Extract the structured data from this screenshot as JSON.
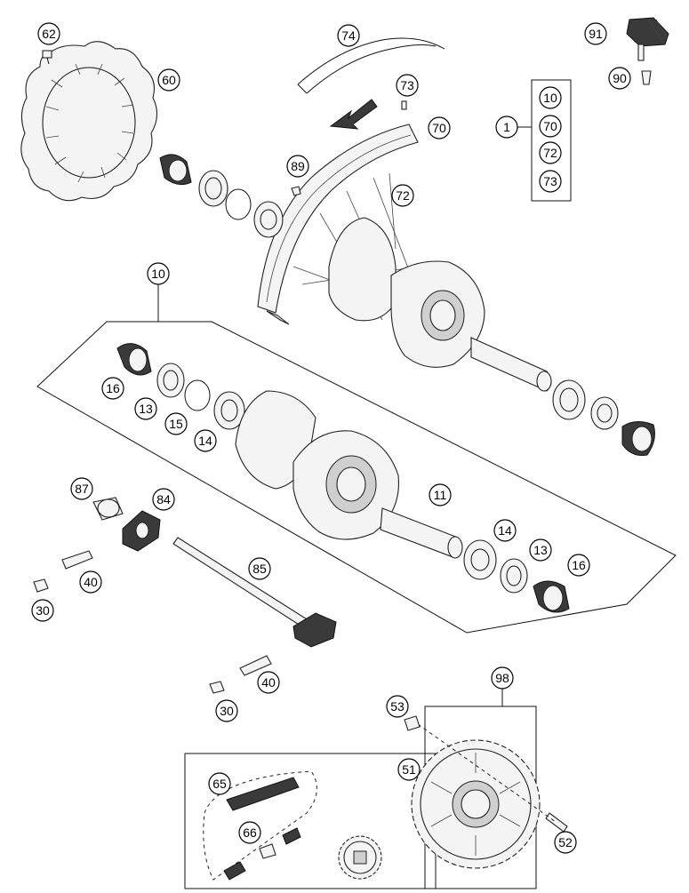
{
  "diagram": {
    "callouts": {
      "c62": "62",
      "c60": "60",
      "c74": "74",
      "c73": "73",
      "c70": "70",
      "c89": "89",
      "c72": "72",
      "c91": "91",
      "c90": "90",
      "c1": "1",
      "k10": "10",
      "k70": "70",
      "k72": "72",
      "k73": "73",
      "c10": "10",
      "c16a": "16",
      "c13a": "13",
      "c15": "15",
      "c14a": "14",
      "c11": "11",
      "c14b": "14",
      "c13b": "13",
      "c16b": "16",
      "c87": "87",
      "c84": "84",
      "c85": "85",
      "c40a": "40",
      "c30a": "30",
      "c40b": "40",
      "c30b": "30",
      "c98": "98",
      "c53": "53",
      "c51": "51",
      "c52": "52",
      "c65": "65",
      "c66": "66"
    },
    "parts": [
      {
        "id": "disc",
        "icon": "brake-disc-icon"
      },
      {
        "id": "rim",
        "icon": "rim-icon"
      },
      {
        "id": "tire",
        "icon": "tire-icon"
      },
      {
        "id": "hub",
        "icon": "hub-icon"
      },
      {
        "id": "spacer",
        "icon": "spacer-tube-icon"
      },
      {
        "id": "axle",
        "icon": "axle-icon"
      },
      {
        "id": "sprocket",
        "icon": "rear-sprocket-icon"
      },
      {
        "id": "chain",
        "icon": "chain-icon"
      },
      {
        "id": "pinion",
        "icon": "front-sprocket-icon"
      }
    ]
  }
}
